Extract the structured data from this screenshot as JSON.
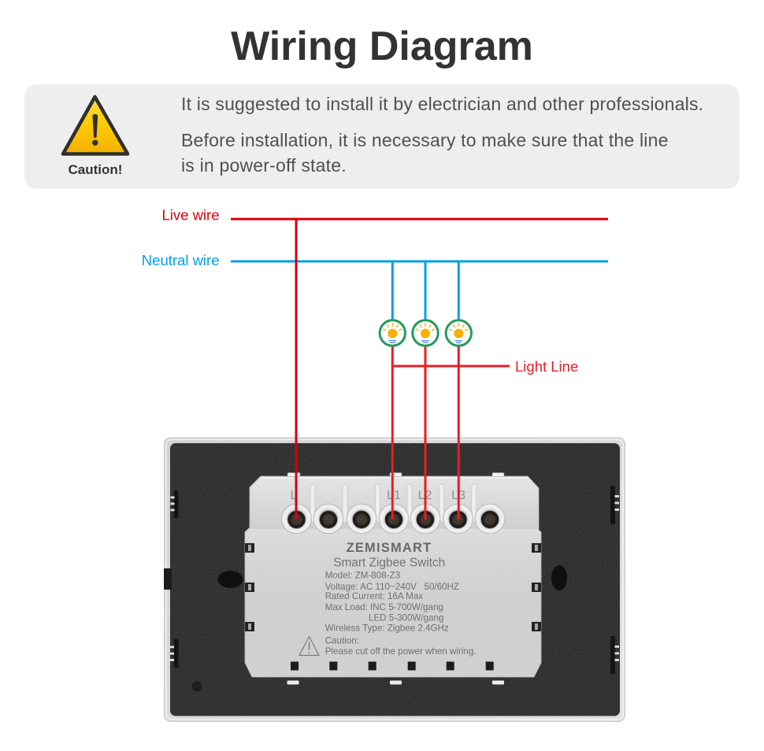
{
  "title": "Wiring Diagram",
  "caution": {
    "icon": "warning-triangle-icon",
    "label": "Caution!",
    "paragraphs": [
      {
        "lines": [
          "It is suggested to install it by electrician and other professionals."
        ]
      },
      {
        "lines": [
          "Before installation, it is necessary to make sure that the line",
          "is in power-off state."
        ]
      }
    ]
  },
  "wiring": {
    "live_wire_label": "Live wire",
    "neutral_wire_label": "Neutral wire",
    "light_line_label": "Light Line",
    "live_wire_terminal": "L",
    "loads": [
      {
        "icon": "light-bulb-icon",
        "terminal": "L1"
      },
      {
        "icon": "light-bulb-icon",
        "terminal": "L2"
      },
      {
        "icon": "light-bulb-icon",
        "terminal": "L3"
      }
    ]
  },
  "device": {
    "brand_logo": "ZEMISMART",
    "product_name": "Smart Zigbee Switch",
    "terminal_labels": [
      "L",
      "L1",
      "L2",
      "L3"
    ],
    "spec_lines": [
      "Model: ZM-808-Z3",
      "Voltage: AC 110~240V   50/60HZ",
      "Rated Current: 16A Max",
      "Max Load: INC 5-700W/gang",
      "LED 5-300W/gang",
      "Wireless Type: Zigbee 2.4GHz"
    ],
    "caution_icon": "warning-triangle-icon",
    "caution_title": "Caution:",
    "caution_text": "Please cut off the power when wiring."
  },
  "colors": {
    "live_wire": "#d9000d",
    "neutral_wire": "#00a0e6",
    "light_line": "#ec1c24",
    "bulb_ring": "#239b5d",
    "bulb_light": "#f9b000",
    "caution_yellow": "#ffcc00",
    "title_text": "#333333",
    "caution_panel": "#eeeeee",
    "switch_plate": "#272727",
    "switch_module": "#d8d8d8"
  }
}
